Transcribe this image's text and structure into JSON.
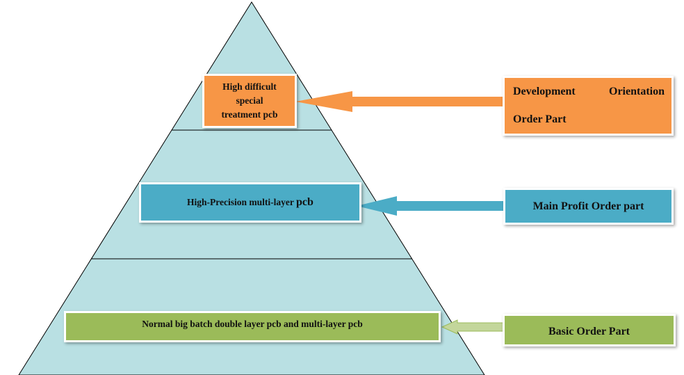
{
  "diagram": {
    "colors": {
      "pyramid_fill": "#b9e0e3",
      "pyramid_outline": "#000000",
      "orange": "#f79646",
      "blue": "#4bacc6",
      "green": "#9bbb59",
      "green_arrow": "#c3d69b"
    },
    "tiers": {
      "top": {
        "line1": "High difficult",
        "line2": "special",
        "line3": "treatment pcb"
      },
      "middle": {
        "text": "High-Precision multi-layer ",
        "text_large": "pcb"
      },
      "bottom": {
        "text": "Normal big batch double layer pcb and multi-layer pcb"
      }
    },
    "labels": {
      "top": {
        "line1": "Development   Orientation",
        "line2": "Order Part"
      },
      "middle": {
        "text": "Main Profit Order part"
      },
      "bottom": {
        "text": "Basic Order Part"
      }
    },
    "arrows": [
      {
        "name": "top-arrow",
        "color": "orange",
        "from": "label-top",
        "to": "tier-top"
      },
      {
        "name": "middle-arrow",
        "color": "blue",
        "from": "label-middle",
        "to": "tier-middle"
      },
      {
        "name": "bottom-arrow",
        "color": "green",
        "from": "label-bottom",
        "to": "tier-bottom"
      }
    ]
  }
}
